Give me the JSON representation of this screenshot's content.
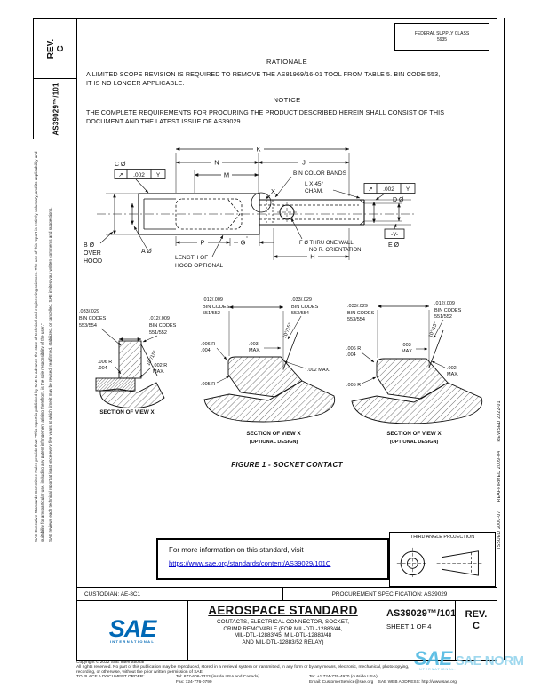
{
  "margins": {
    "rev_label": "REV.",
    "rev_value": "C",
    "doc_number_vertical": "AS39029™/101",
    "left_disclaimer_1": "SAE Executive Standards Committee Rules provide that: \"This report is published by SAE to advance the state of technical and engineering sciences. The use of this report is entirely voluntary, and its applicability and suitability for any particular use, including any patent infringement arising therefrom, is the sole responsibility of the user.\"",
    "left_disclaimer_2": "SAE reviews each technical report at least once every five years at which time it may be revised, reaffirmed, stabilized, or cancelled. SAE invites your written comments and suggestions.",
    "revision_history": "ISSUED 2000-07      REAFFIRMED 2009-04      REVISED 2022-01"
  },
  "header": {
    "fsc_line1": "FEDERAL SUPPLY CLASS",
    "fsc_line2": "5935"
  },
  "rationale": {
    "title": "RATIONALE",
    "line1": "A LIMITED SCOPE REVISION IS REQUIRED TO REMOVE THE AS81969/16-01 TOOL FROM TABLE 5. BIN CODE 553,",
    "line2": "IT IS NO LONGER APPLICABLE."
  },
  "notice": {
    "title": "NOTICE",
    "line1": "THE COMPLETE REQUIREMENTS FOR PROCURING THE PRODUCT DESCRIBED HEREIN SHALL CONSIST OF THIS",
    "line2": "DOCUMENT AND THE LATEST ISSUE OF AS39029."
  },
  "drawing": {
    "mv": {
      "k": "K",
      "n": "N",
      "j": "J",
      "m": "M",
      "p": "P",
      "g": "G",
      "h": "H",
      "c_dia": "C Ø",
      "b1": "B Ø",
      "b2": "OVER",
      "b3": "HOOD",
      "a_dia": "A Ø",
      "fcf_sym": "↗",
      "fcf_tol": ".002",
      "fcf_datum": "Y",
      "bands": "BIN COLOR BANDS",
      "cham1": "L X 45°",
      "cham2": "CHAM.",
      "d_dia": "D Ø",
      "datum": "-Y-",
      "e_dia": "E Ø",
      "hood1": "LENGTH OF",
      "hood2": "HOOD OPTIONAL",
      "f1": "F Ø THRU ONE WALL",
      "f2": "NO R. ORIENTATION",
      "x_label": "X"
    },
    "s0": {
      "bl1": ".033/.029",
      "bl2": "BIN CODES",
      "bl3": "553/554",
      "br1": ".012/.009",
      "br2": "BIN CODES",
      "br3": "551/552",
      "angle": "10°/15°",
      "r1a": ".006 R",
      "r1b": ".004",
      "r2a": ".002 R",
      "r2b": "MAX.",
      "cap1": "SECTION OF VIEW X"
    },
    "s1": {
      "bl1": ".012/.009",
      "bl2": "BIN CODES",
      "bl3": "551/552",
      "br1": ".033/.029",
      "br2": "BIN CODES",
      "br3": "553/554",
      "angle": "10°/15°",
      "r1a": ".006 R",
      "r1b": ".004",
      "m3a": ".003",
      "m3b": "MAX.",
      "m2": ".002 MAX.",
      "r5": ".005 R",
      "cap1": "SECTION OF VIEW X",
      "cap2": "(OPTIONAL DESIGN)"
    },
    "s2": {
      "bl1": ".033/.029",
      "bl2": "BIN CODES",
      "bl3": "553/554",
      "br1": ".012/.009",
      "br2": "BIN CODES",
      "br3": "551/552",
      "angle": "10°/15°",
      "r1a": ".006 R",
      "r1b": ".004",
      "m3a": ".003",
      "m3b": "MAX.",
      "m2a": ".002",
      "m2b": "MAX.",
      "r5": ".005 R",
      "cap1": "SECTION OF VIEW X",
      "cap2": "(OPTIONAL DESIGN)"
    }
  },
  "figure_caption": "FIGURE 1 - SOCKET CONTACT",
  "info_box": {
    "line1": "For more information on this standard, visit",
    "url": "https://www.sae.org/standards/content/AS39029/101C"
  },
  "projection": {
    "title": "THIRD ANGLE PROJECTION"
  },
  "custodian": {
    "custodian": "CUSTODIAN: AE-8C1",
    "procurement": "PROCUREMENT SPECIFICATION: AS39029"
  },
  "title_block": {
    "logo_text": "SAE",
    "logo_sub": "INTERNATIONAL",
    "kind": "AEROSPACE STANDARD",
    "subtitle1": "CONTACTS, ELECTRICAL CONNECTOR, SOCKET,",
    "subtitle2": "CRIMP REMOVABLE (FOR MIL-DTL-12883/44,",
    "subtitle3": "MIL-DTL-12883/45, MIL-DTL-12883/48",
    "subtitle4": "AND MIL-DTL-12883/52 RELAY)",
    "doc_number": "AS39029™/101",
    "sheet": "SHEET 1 OF 4",
    "rev_label": "REV.",
    "rev_value": "C"
  },
  "footer": {
    "copyright": "Copyright © 2022 SAE International",
    "rights_1": "All rights reserved. No part of this publication may be reproduced, stored in a retrieval system or transmitted, in any form or by any means, electronic, mechanical, photocopying,",
    "rights_2": "recording, or otherwise, without the prior written permission of SAE.",
    "order_label": "TO PLACE A DOCUMENT ORDER:",
    "tel_inside": "Tel: 877-606-7323 (inside USA and Canada)",
    "tel_outside": "Tel: +1 724-776-4970 (outside USA)",
    "fax": "Fax: 724-776-0790",
    "email": "Email: CustomerService@sae.org",
    "web": "SAE WEB ADDRESS: http://www.sae.org"
  },
  "watermark": {
    "sae": "SAE",
    "norm": "SAE NORM",
    "sub": "INTERNATIONAL."
  },
  "colors": {
    "link_blue": "#0000cc",
    "sae_blue": "#0068b5",
    "watermark_blue": "#45b5e0"
  }
}
